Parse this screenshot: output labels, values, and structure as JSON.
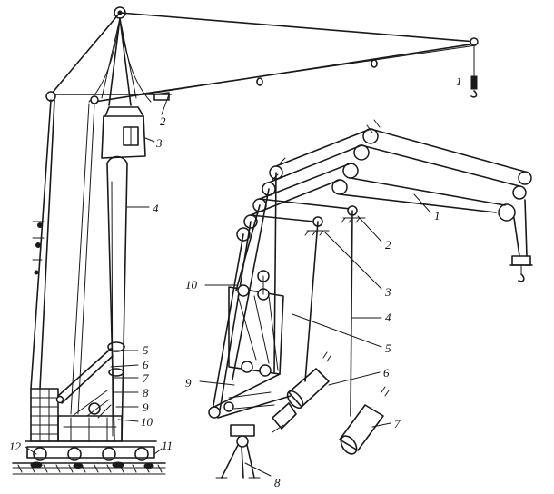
{
  "left_view": {
    "callouts": [
      "1",
      "2",
      "3",
      "4",
      "5",
      "6",
      "7",
      "8",
      "9",
      "10",
      "11",
      "12"
    ]
  },
  "right_view": {
    "callouts": [
      "1",
      "2",
      "3",
      "4",
      "5",
      "6",
      "7",
      "8",
      "9",
      "10"
    ]
  }
}
